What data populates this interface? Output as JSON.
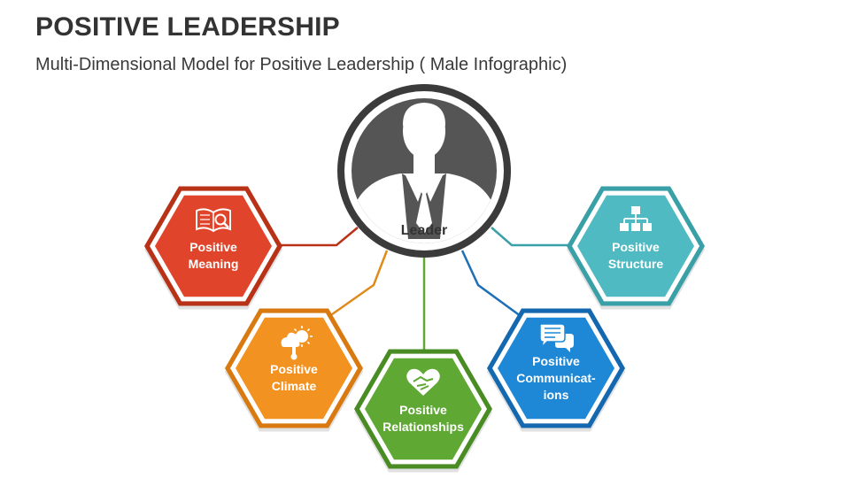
{
  "header": {
    "title": "POSITIVE LEADERSHIP",
    "subtitle": "Multi-Dimensional Model for Positive Leadership ( Male Infographic)"
  },
  "center": {
    "label": "Leader",
    "icon": "businessman-silhouette-icon",
    "ring_color": "#3b3b3b",
    "fill_color": "#555555"
  },
  "nodes": [
    {
      "id": "meaning",
      "lines": [
        "Positive",
        "Meaning"
      ],
      "icon": "open-book-magnifier-icon",
      "color": "#e0452b",
      "outline": "#b83218"
    },
    {
      "id": "climate",
      "lines": [
        "Positive",
        "Climate"
      ],
      "icon": "weather-thermometer-icon",
      "color": "#f29321",
      "outline": "#d97a10"
    },
    {
      "id": "relationships",
      "lines": [
        "Positive",
        "Relationships"
      ],
      "icon": "heart-handshake-icon",
      "color": "#5fa834",
      "outline": "#4a8c24"
    },
    {
      "id": "communications",
      "lines": [
        "Positive",
        "Communicat-",
        "ions"
      ],
      "icon": "chat-bubbles-icon",
      "color": "#1e88d6",
      "outline": "#1368b0"
    },
    {
      "id": "structure",
      "lines": [
        "Positive",
        "Structure"
      ],
      "icon": "org-chart-icon",
      "color": "#4fbac1",
      "outline": "#3aa0a7"
    }
  ]
}
